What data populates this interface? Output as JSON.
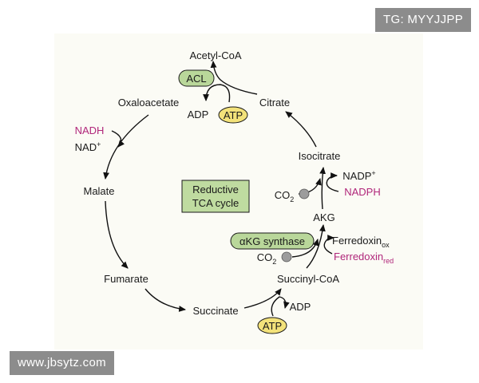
{
  "diagram": {
    "center_line1": "Reductive",
    "center_line2": "TCA cycle",
    "metabolites": {
      "acetyl_coa": "Acetyl-CoA",
      "oxaloacetate": "Oxaloacetate",
      "citrate": "Citrate",
      "malate": "Malate",
      "fumarate": "Fumarate",
      "succinate": "Succinate",
      "succinyl_coa": "Succinyl-CoA",
      "akg": "AKG",
      "isocitrate": "Isocitrate"
    },
    "enzymes": {
      "acl": "ACL",
      "akg_synthase": "αKG synthase"
    },
    "cofactors": {
      "adp_top": "ADP",
      "atp_top": "ATP",
      "nadh": "NADH",
      "nad": "NAD",
      "nad_sup": "+",
      "co2_iso": "CO",
      "co2_iso_sub": "2",
      "nadp": "NADP",
      "nadp_sup": "+",
      "nadph": "NADPH",
      "ferredoxin": "Ferredoxin",
      "ox_sub": "ox",
      "red_sub": "red",
      "co2_akg": "CO",
      "co2_akg_sub": "2",
      "adp_bottom": "ADP",
      "atp_bottom": "ATP"
    }
  },
  "watermarks": {
    "top": "TG: MYYJJPP",
    "bottom": "www.jbsytz.com"
  },
  "colors": {
    "enzyme_fill": "#b9d79a",
    "atp_fill": "#f3e27a",
    "magenta": "#b0267a",
    "co2_ball": "#9c9c9c"
  }
}
